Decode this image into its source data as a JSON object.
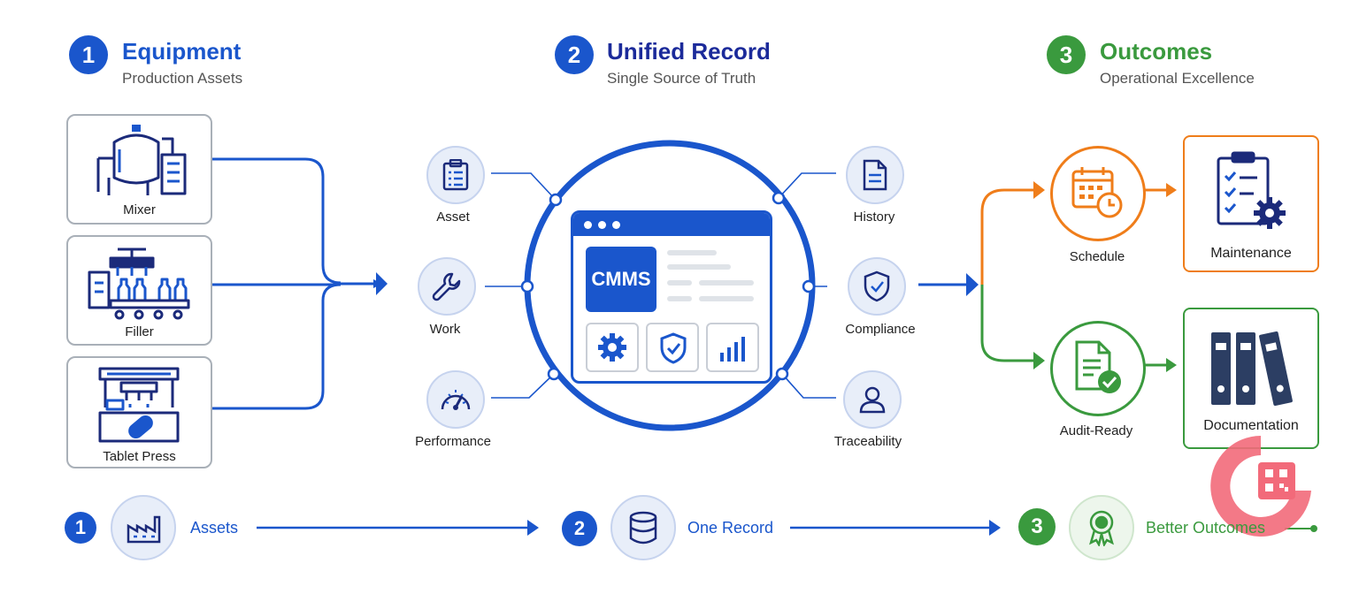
{
  "colors": {
    "blue": "#1a56cc",
    "navy": "#1b2a7a",
    "green": "#3a9a3e",
    "orange": "#ef7d1a",
    "grey": "#a9b0b8",
    "pink": "#f26a7a"
  },
  "sections": [
    {
      "number": "1",
      "title": "Equipment",
      "subtitle": "Production Assets"
    },
    {
      "number": "2",
      "title": "Unified Record",
      "subtitle": "Single Source of Truth"
    },
    {
      "number": "3",
      "title": "Outcomes",
      "subtitle": "Operational Excellence"
    }
  ],
  "equipment": [
    {
      "label": "Mixer",
      "icon": "mixer-icon"
    },
    {
      "label": "Filler",
      "icon": "filler-icon"
    },
    {
      "label": "Tablet Press",
      "icon": "tablet-press-icon"
    }
  ],
  "cmms": {
    "label": "CMMS",
    "tiles": [
      "gear-icon",
      "shield-icon",
      "bar-chart-icon"
    ]
  },
  "record_nodes": [
    {
      "label": "Asset",
      "icon": "clipboard-icon"
    },
    {
      "label": "Work",
      "icon": "wrench-icon"
    },
    {
      "label": "Performance",
      "icon": "gauge-icon"
    },
    {
      "label": "History",
      "icon": "document-icon"
    },
    {
      "label": "Compliance",
      "icon": "shield-check-icon"
    },
    {
      "label": "Traceability",
      "icon": "user-icon"
    }
  ],
  "outcomes": [
    {
      "label": "Schedule",
      "icon": "calendar-clock-icon",
      "result": "Maintenance",
      "result_icon": "checklist-gear-icon",
      "color": "#ef7d1a"
    },
    {
      "label": "Audit-Ready",
      "icon": "document-check-icon",
      "result": "Documentation",
      "result_icon": "binders-icon",
      "color": "#3a9a3e"
    }
  ],
  "bottom_flow": [
    {
      "number": "1",
      "label": "Assets",
      "icon": "factory-icon"
    },
    {
      "number": "2",
      "label": "One Record",
      "icon": "database-icon"
    },
    {
      "number": "3",
      "label": "Better Outcomes",
      "icon": "award-icon"
    }
  ]
}
